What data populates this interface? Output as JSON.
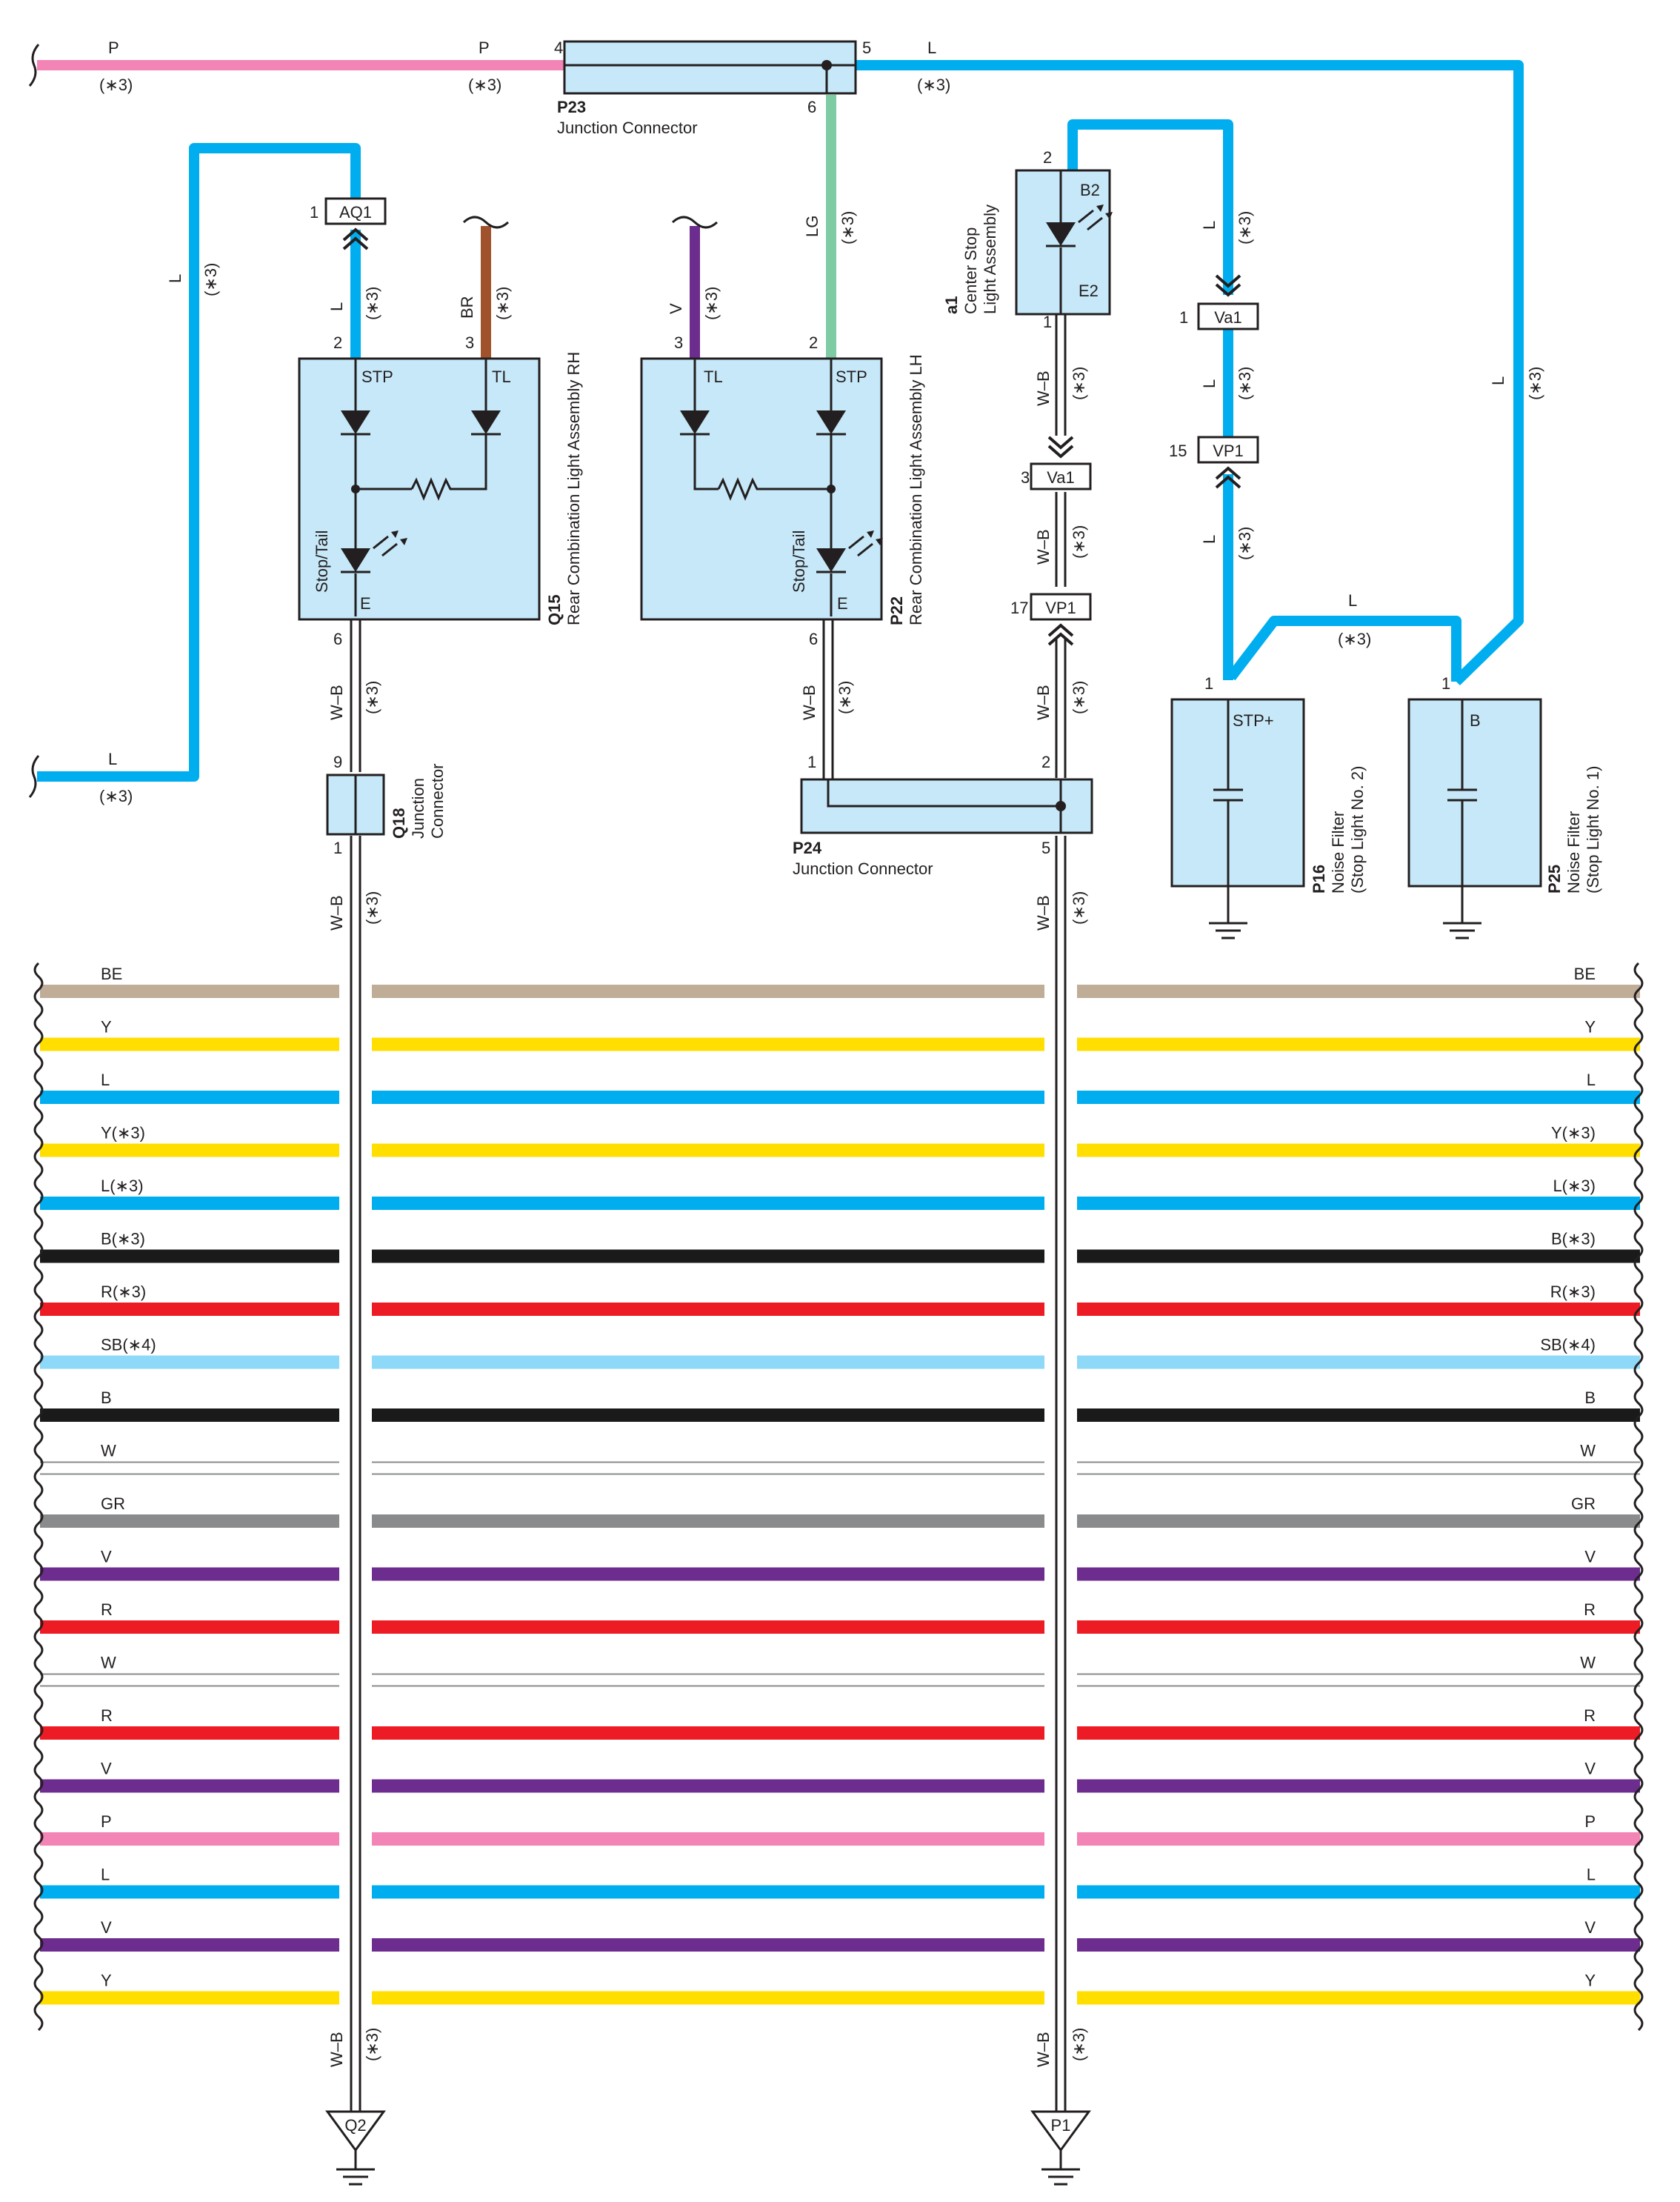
{
  "colors": {
    "L": "#00aeef",
    "P": "#f384b6",
    "LG": "#7fcba4",
    "BR": "#a0522d",
    "V": "#6c2d8f",
    "BE": "#bfad98",
    "Y": "#ffde00",
    "B": "#1a1a1a",
    "R": "#ed1c24",
    "SB": "#8ed8f8",
    "W": "#ffffff",
    "GR": "#8a8b8d",
    "box": "#c6e8f8"
  },
  "wires": {
    "p_left": "P",
    "p_left_note": "(∗3)",
    "p_right": "P",
    "p_right_note": "(∗3)",
    "l_top": "L",
    "l_top_note": "(∗3)",
    "l_left_vert": "L",
    "l_left_vert_note": "(∗3)",
    "l_left_bottom": "L",
    "l_left_bottom_note": "(∗3)",
    "aq1_wire": "L",
    "aq1_wire_note": "(∗3)",
    "br_wire": "BR",
    "br_wire_note": "(∗3)",
    "v_wire": "V",
    "v_wire_note": "(∗3)",
    "lg_wire": "LG",
    "lg_wire_note": "(∗3)",
    "l_va1_upper": "L",
    "l_va1_upper_note": "(∗3)",
    "l_va1_lower": "L",
    "l_va1_lower_note": "(∗3)",
    "l_vp1_lower": "L",
    "l_vp1_lower_note": "(∗3)",
    "l_right_vert": "L",
    "l_right_vert_note": "(∗3)",
    "l_bridge": "L",
    "l_bridge_note": "(∗3)",
    "wb_a1_upper": "W–B",
    "wb_a1_upper_note": "(∗3)",
    "wb_a1_lower": "W–B",
    "wb_a1_lower_note": "(∗3)",
    "wb_p24_right": "W–B",
    "wb_p24_right_note": "(∗3)",
    "wb_q15": "W–B",
    "wb_q15_note": "(∗3)",
    "wb_p22": "W–B",
    "wb_p22_note": "(∗3)",
    "wb_q18_lower": "W–B",
    "wb_q18_lower_note": "(∗3)",
    "wb_p24_lower": "W–B",
    "wb_p24_lower_note": "(∗3)",
    "wb_q2": "W–B",
    "wb_q2_note": "(∗3)",
    "wb_p1": "W–B",
    "wb_p1_note": "(∗3)"
  },
  "components": {
    "p23": {
      "code": "P23",
      "name": "Junction Connector",
      "pin_left": "4",
      "pin_right": "5",
      "pin_bottom": "6"
    },
    "q15": {
      "code": "Q15",
      "name": "Rear Combination Light Assembly RH",
      "stp": "STP",
      "tl": "TL",
      "stop_tail": "Stop/Tail",
      "e": "E",
      "pin_stp": "2",
      "pin_tl": "3",
      "pin_e": "6"
    },
    "p22": {
      "code": "P22",
      "name": "Rear Combination Light Assembly LH",
      "stp": "STP",
      "tl": "TL",
      "stop_tail": "Stop/Tail",
      "e": "E",
      "pin_stp": "2",
      "pin_tl": "3",
      "pin_e": "6"
    },
    "a1": {
      "code": "a1",
      "name_1": "Center Stop",
      "name_2": "Light Assembly",
      "b2": "B2",
      "e2": "E2",
      "pin_top": "2",
      "pin_bottom": "1"
    },
    "q18": {
      "code": "Q18",
      "name_1": "Junction",
      "name_2": "Connector",
      "pin_top": "9",
      "pin_bottom": "1"
    },
    "p24": {
      "code": "P24",
      "name": "Junction Connector",
      "pin_1": "1",
      "pin_2": "2",
      "pin_5": "5"
    },
    "p16": {
      "code": "P16",
      "name_1": "Noise Filter",
      "name_2": "(Stop Light No. 2)",
      "terminal": "STP+",
      "pin": "1"
    },
    "p25": {
      "code": "P25",
      "name_1": "Noise Filter",
      "name_2": "(Stop Light No. 1)",
      "terminal": "B",
      "pin": "1"
    }
  },
  "connectors": {
    "aq1": {
      "label": "AQ1",
      "pin": "1"
    },
    "va1_top": {
      "label": "Va1",
      "pin": "1"
    },
    "vp1_top": {
      "label": "VP1",
      "pin": "15"
    },
    "va1_mid": {
      "label": "Va1",
      "pin": "3"
    },
    "vp1_mid": {
      "label": "VP1",
      "pin": "17"
    }
  },
  "grounds": {
    "left": "Q2",
    "right": "P1"
  },
  "bus": [
    {
      "left": "BE",
      "right": "BE",
      "color": "#bfad98"
    },
    {
      "left": "Y",
      "right": "Y",
      "color": "#ffde00"
    },
    {
      "left": "L",
      "right": "L",
      "color": "#00aeef"
    },
    {
      "left": "Y(∗3)",
      "right": "Y(∗3)",
      "color": "#ffde00"
    },
    {
      "left": "L(∗3)",
      "right": "L(∗3)",
      "color": "#00aeef"
    },
    {
      "left": "B(∗3)",
      "right": "B(∗3)",
      "color": "#1a1a1a"
    },
    {
      "left": "R(∗3)",
      "right": "R(∗3)",
      "color": "#ed1c24"
    },
    {
      "left": "SB(∗4)",
      "right": "SB(∗4)",
      "color": "#8ed8f8"
    },
    {
      "left": "B",
      "right": "B",
      "color": "#1a1a1a"
    },
    {
      "left": "W",
      "right": "W",
      "color": "#ffffff"
    },
    {
      "left": "GR",
      "right": "GR",
      "color": "#8a8b8d"
    },
    {
      "left": "V",
      "right": "V",
      "color": "#6c2d8f"
    },
    {
      "left": "R",
      "right": "R",
      "color": "#ed1c24"
    },
    {
      "left": "W",
      "right": "W",
      "color": "#ffffff"
    },
    {
      "left": "R",
      "right": "R",
      "color": "#ed1c24"
    },
    {
      "left": "V",
      "right": "V",
      "color": "#6c2d8f"
    },
    {
      "left": "P",
      "right": "P",
      "color": "#f384b6"
    },
    {
      "left": "L",
      "right": "L",
      "color": "#00aeef"
    },
    {
      "left": "V",
      "right": "V",
      "color": "#6c2d8f"
    },
    {
      "left": "Y",
      "right": "Y",
      "color": "#ffde00"
    }
  ]
}
